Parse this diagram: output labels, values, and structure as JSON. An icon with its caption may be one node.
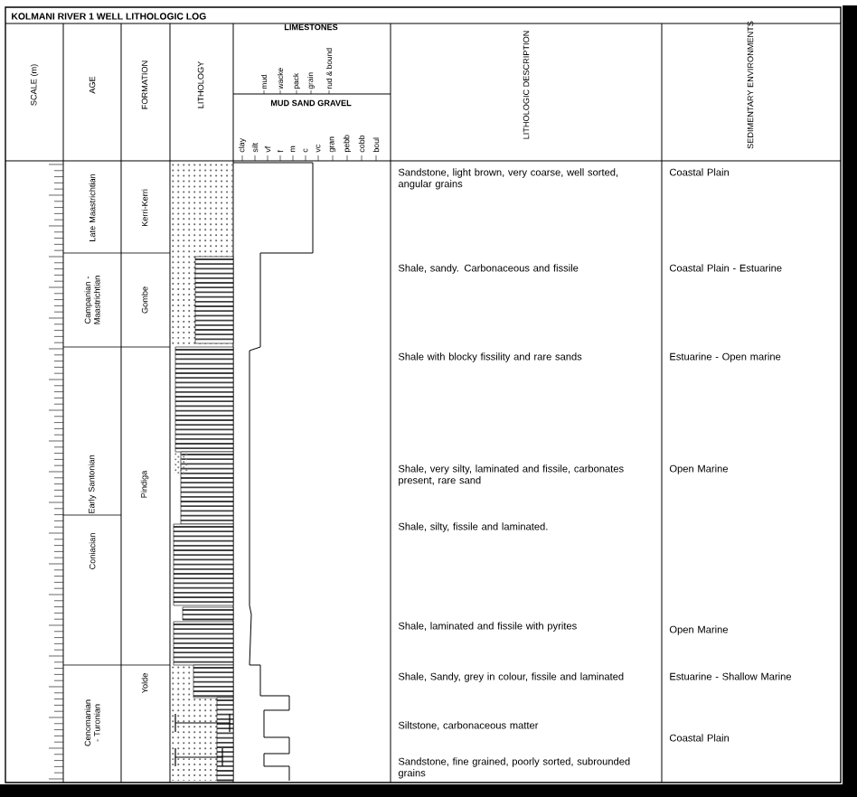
{
  "diagram": {
    "title": "KOLMANI RIVER 1 WELL LITHOLOGIC LOG",
    "labels": [
      "SCALE (m)",
      "AGE",
      "FORMATION",
      "LITHOLOGY",
      "LIMESTONES",
      "mud",
      "wacke",
      "pack",
      "grain",
      "rud & bound",
      "MUD SAND GRAVEL",
      "clay",
      "silt",
      "vf",
      "f",
      "m",
      "c",
      "vc",
      "gran",
      "pebb",
      "cobb",
      "boul",
      "LITHOLOGIC DESCRIPTION",
      "SEDIMENTARY ENVIRONMENTS",
      "Late Maastrichtian",
      "Kerri-Kerri",
      "Sandstone, light brown, very coarse, well sorted, angular grains",
      "Coastal Plain",
      "Campanian - Maastrichtian",
      "Gombe",
      "Shale, sandy. Carbonaceous and fissile",
      "Coastal Plain - Estuarine",
      "Shale with blocky fissility and rare sands",
      "Estuarine - Open marine",
      "Early Santonian",
      "Pindiga",
      "Shale, very silty, laminated and fissile, carbonates present, rare sand",
      "Open Marine",
      "Shale, silty, fissile and laminated.",
      "Coniacian",
      "Shale, laminated and fissile with pyrites",
      "Open Marine",
      "Cenomanian - Turonian",
      "Yolde",
      "Shale, Sandy, grey in colour, fissile and laminated",
      "Estuarine - Shallow Marine",
      "Siltstone, carbonaceous matter",
      "Coastal Plain",
      "Sandstone, fine grained, poorly sorted, subrounded grains"
    ]
  }
}
